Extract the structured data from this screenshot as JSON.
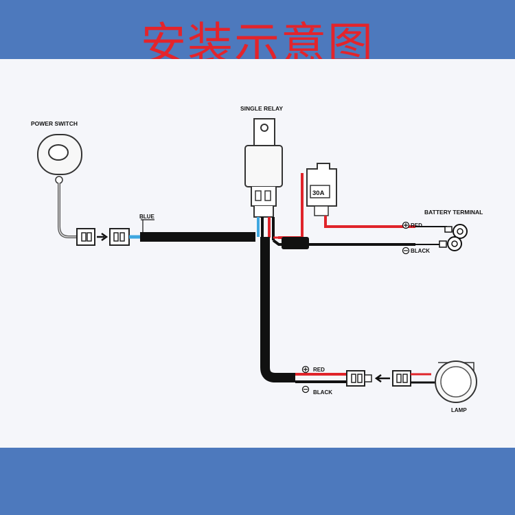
{
  "title": "安装示意图",
  "labels": {
    "power_switch": "POWER SWITCH",
    "single_relay": "SINGLE RELAY",
    "blue": "BLUE",
    "fuse": "30A",
    "battery_terminal": "BATTERY TERMINAL",
    "battery_red": "RED",
    "battery_black": "BLACK",
    "lamp_red": "RED",
    "lamp_black": "BLACK",
    "lamp": "LAMP"
  },
  "colors": {
    "band": "#4d79bd",
    "title": "#e3242b",
    "red_wire": "#e0242a",
    "black_wire": "#111111",
    "blue_wire": "#3fa7e0"
  },
  "icons": {
    "positive": "plus-circle-icon",
    "negative": "minus-circle-icon"
  }
}
